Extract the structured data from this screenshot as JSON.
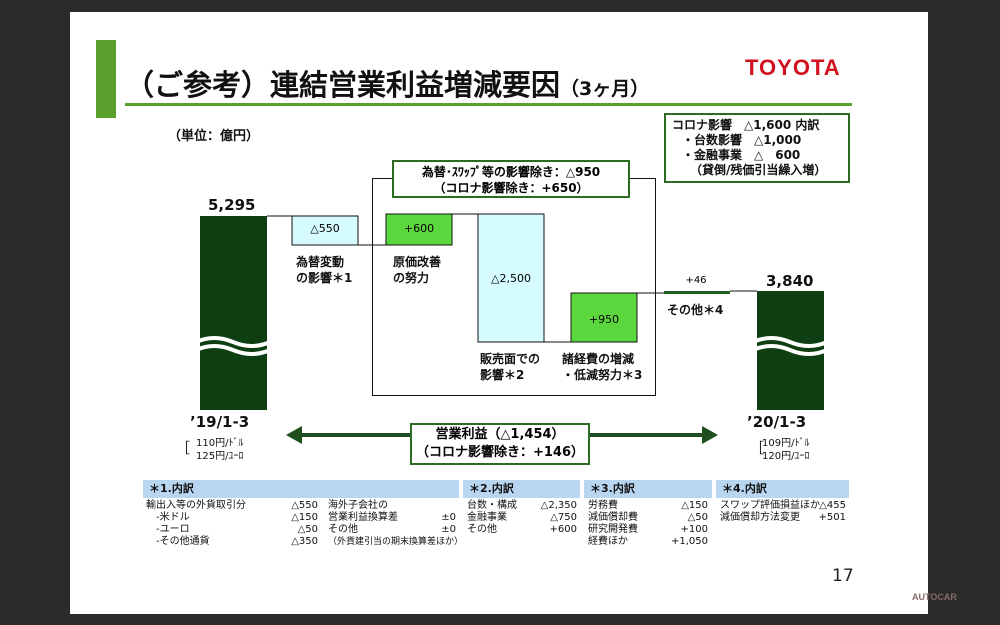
{
  "header": {
    "title_main": "（ご参考）連結営業利益増減要因",
    "title_sub": "（3ヶ月）",
    "logo": "TOYOTA",
    "unit": "（単位：億円）",
    "page_number": "17",
    "watermark": "AUTOCAR"
  },
  "colors": {
    "start_end_bar": "#0d3f12",
    "decrease_bar": "#d6fbff",
    "increase_bar": "#5bd63c",
    "accent_green": "#2e6b22",
    "arrow": "#1f4f1f",
    "table_header": "#b9d6f0"
  },
  "corona_box": {
    "lines": [
      "コロナ影響　△1,600 内訳",
      "・台数影響　△1,000",
      "・金融事業　△　600",
      "（貸倒/残価引当繰入増）"
    ]
  },
  "frame_label": {
    "line1": "為替･ｽﾜｯﾌﾟ等の影響除き：△950",
    "line2": "（コロナ影響除き：+650）"
  },
  "summary_box": {
    "line1": "営業利益（△1,454）",
    "line2": "（コロナ影響除き：+146）"
  },
  "periods": {
    "start": {
      "label": "’19/1-3",
      "rate1": "110円/ﾄﾞﾙ",
      "rate2": "125円/ﾕｰﾛ"
    },
    "end": {
      "label": "’20/1-3",
      "rate1": "109円/ﾄﾞﾙ",
      "rate2": "120円/ﾕｰﾛ"
    }
  },
  "chart_data": {
    "type": "waterfall",
    "title": "（ご参考）連結営業利益増減要因",
    "unit": "億円",
    "axis_broken": true,
    "steps": [
      {
        "label": "’19/1-3",
        "value": 5295,
        "kind": "total",
        "value_label": "5,295"
      },
      {
        "label": "為替変動の影響＊1",
        "value": -550,
        "kind": "decrease",
        "value_label": "△550"
      },
      {
        "label": "原価改善の努力",
        "value": 600,
        "kind": "increase",
        "value_label": "+600"
      },
      {
        "label": "販売面での影響＊2",
        "value": -2500,
        "kind": "decrease",
        "value_label": "△2,500"
      },
      {
        "label": "諸経費の増減・低減努力＊3",
        "value": 950,
        "kind": "increase",
        "value_label": "+950"
      },
      {
        "label": "その他＊4",
        "value": 46,
        "kind": "increase",
        "value_label": "+46"
      },
      {
        "label": "’20/1-3",
        "value": 3840,
        "kind": "total",
        "value_label": "3,840"
      }
    ],
    "category_labels": {
      "fx": [
        "為替変動",
        "の影響＊1"
      ],
      "cost": [
        "原価改善",
        "の努力"
      ],
      "sales": [
        "販売面での",
        "影響＊2"
      ],
      "expense": [
        "諸経費の増減",
        "・低減努力＊3"
      ],
      "other": [
        "その他＊4"
      ]
    }
  },
  "tables": [
    {
      "header": "＊1.内訳",
      "rows": [
        {
          "label": "輸出入等の外貨取引分",
          "value": "△550"
        },
        {
          "label": "-米ドル",
          "value": "△150"
        },
        {
          "label": "-ユーロ",
          "value": "△50"
        },
        {
          "label": "-その他通貨",
          "value": "△350"
        }
      ],
      "rows_b": [
        {
          "label": "海外子会社の",
          "value": ""
        },
        {
          "label": "営業利益換算差",
          "value": "±0"
        },
        {
          "label": "その他",
          "value": "±0"
        },
        {
          "label": "（外貨建引当の期末換算差ほか）",
          "value": ""
        }
      ]
    },
    {
      "header": "＊2.内訳",
      "rows": [
        {
          "label": "台数・構成",
          "value": "△2,350"
        },
        {
          "label": "金融事業",
          "value": "△750"
        },
        {
          "label": "その他",
          "value": "+600"
        }
      ]
    },
    {
      "header": "＊3.内訳",
      "rows": [
        {
          "label": "労務費",
          "value": "△150"
        },
        {
          "label": "減価償却費",
          "value": "△50"
        },
        {
          "label": "研究開発費",
          "value": "+100"
        },
        {
          "label": "経費ほか",
          "value": "+1,050"
        }
      ]
    },
    {
      "header": "＊4.内訳",
      "rows": [
        {
          "label": "スワップ評価損益ほか",
          "value": "△455"
        },
        {
          "label": "減価償却方法変更",
          "value": "+501"
        }
      ]
    }
  ]
}
